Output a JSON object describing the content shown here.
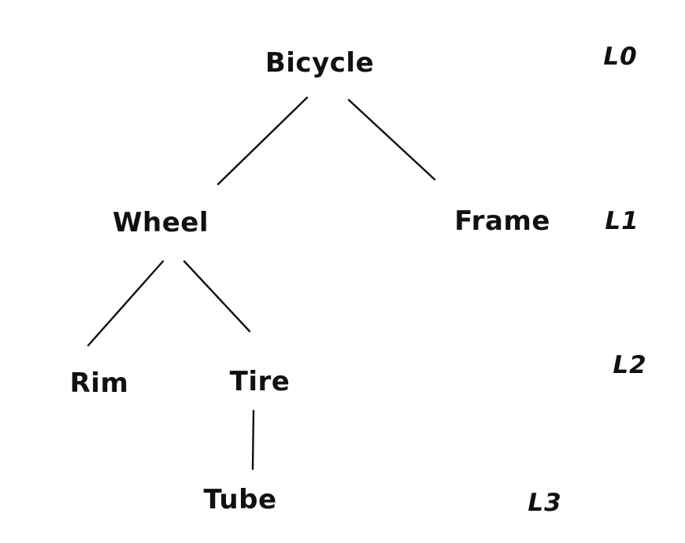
{
  "diagram": {
    "type": "tree",
    "style": "hand-drawn",
    "colors": {
      "ink": "#111111",
      "background": "#ffffff"
    },
    "nodes": [
      {
        "id": "bicycle",
        "label": "Bicycle",
        "level": 0,
        "parent": null
      },
      {
        "id": "wheel",
        "label": "Wheel",
        "level": 1,
        "parent": "bicycle"
      },
      {
        "id": "frame",
        "label": "Frame",
        "level": 1,
        "parent": "bicycle"
      },
      {
        "id": "rim",
        "label": "Rim",
        "level": 2,
        "parent": "wheel"
      },
      {
        "id": "tire",
        "label": "Tire",
        "level": 2,
        "parent": "wheel"
      },
      {
        "id": "tube",
        "label": "Tube",
        "level": 3,
        "parent": "tire"
      }
    ],
    "edges": [
      {
        "from": "bicycle",
        "to": "wheel"
      },
      {
        "from": "bicycle",
        "to": "frame"
      },
      {
        "from": "wheel",
        "to": "rim"
      },
      {
        "from": "wheel",
        "to": "tire"
      },
      {
        "from": "tire",
        "to": "tube"
      }
    ],
    "level_labels": [
      "L0",
      "L1",
      "L2",
      "L3"
    ]
  }
}
